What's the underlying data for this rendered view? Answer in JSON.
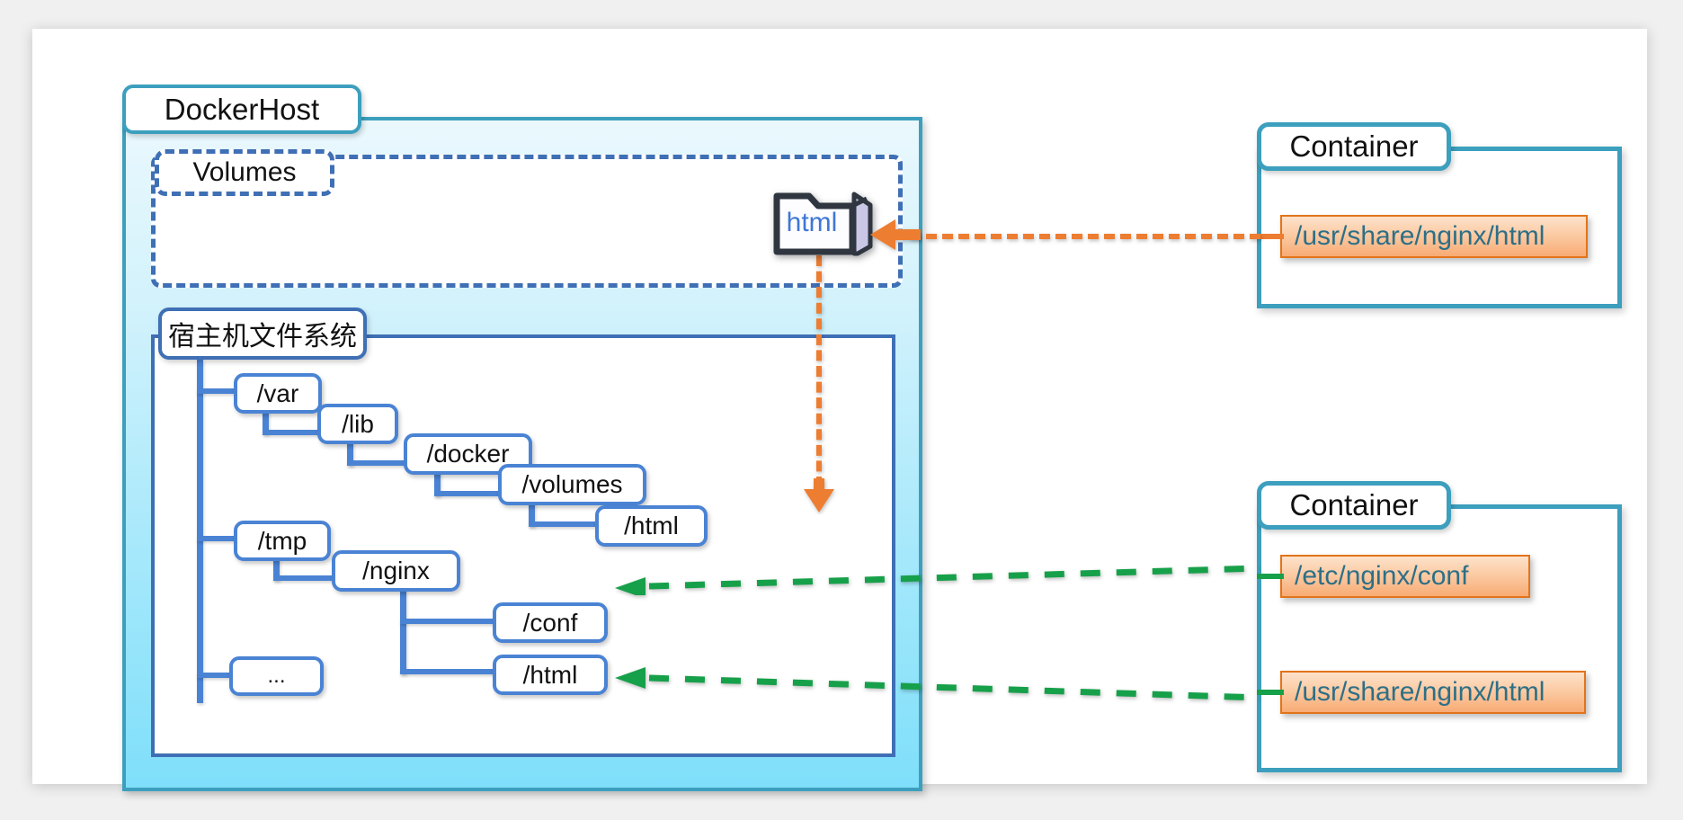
{
  "diagram": {
    "title": "Docker volume mount diagram",
    "colors": {
      "docker_host_border": "#3c9fbe",
      "docker_host_fill_top": "#eaf8fd",
      "docker_host_fill_bottom": "#7fdffa",
      "tree_blue": "#4a83d4",
      "volumes_dashed_blue": "#3f6fb5",
      "mount_orange_fill": "#f8ab74",
      "mount_orange_border": "#e2741a",
      "mount_text": "#2d6f87",
      "arrow_orange": "#ed7d31",
      "arrow_green": "#17a04a",
      "folder_label": "#3f76d4"
    }
  },
  "docker_host": {
    "label": "DockerHost"
  },
  "volumes": {
    "label": "Volumes",
    "folder": {
      "label": "html",
      "icon": "folder-icon"
    }
  },
  "host_filesystem": {
    "label": "宿主机文件系统",
    "tree": [
      {
        "id": "var",
        "label": "/var",
        "level": 1
      },
      {
        "id": "lib",
        "label": "/lib",
        "level": 2
      },
      {
        "id": "docker",
        "label": "/docker",
        "level": 3
      },
      {
        "id": "volumes",
        "label": "/volumes",
        "level": 4
      },
      {
        "id": "html1",
        "label": "/html",
        "level": 5
      },
      {
        "id": "tmp",
        "label": "/tmp",
        "level": 1
      },
      {
        "id": "nginx",
        "label": "/nginx",
        "level": 2
      },
      {
        "id": "conf",
        "label": "/conf",
        "level": 3
      },
      {
        "id": "html2",
        "label": "/html",
        "level": 3
      },
      {
        "id": "more",
        "label": "...",
        "level": 1
      }
    ]
  },
  "containers": [
    {
      "id": "container-1",
      "label": "Container",
      "mounts": [
        {
          "path": "/usr/share/nginx/html"
        }
      ]
    },
    {
      "id": "container-2",
      "label": "Container",
      "mounts": [
        {
          "path": "/etc/nginx/conf"
        },
        {
          "path": "/usr/share/nginx/html"
        }
      ]
    }
  ],
  "connections": [
    {
      "id": "conn-volume-mount",
      "from": "container-1 /usr/share/nginx/html",
      "to": "volumes html folder",
      "style": "dashed",
      "color": "#ed7d31"
    },
    {
      "id": "conn-volume-storage",
      "from": "volumes html folder",
      "to": "/html under /volumes",
      "style": "dashed",
      "color": "#ed7d31"
    },
    {
      "id": "conn-bind-conf",
      "from": "container-2 /etc/nginx/conf",
      "to": "/conf under /nginx",
      "style": "dashed",
      "color": "#17a04a"
    },
    {
      "id": "conn-bind-html",
      "from": "container-2 /usr/share/nginx/html",
      "to": "/html under /nginx",
      "style": "dashed",
      "color": "#17a04a"
    }
  ]
}
